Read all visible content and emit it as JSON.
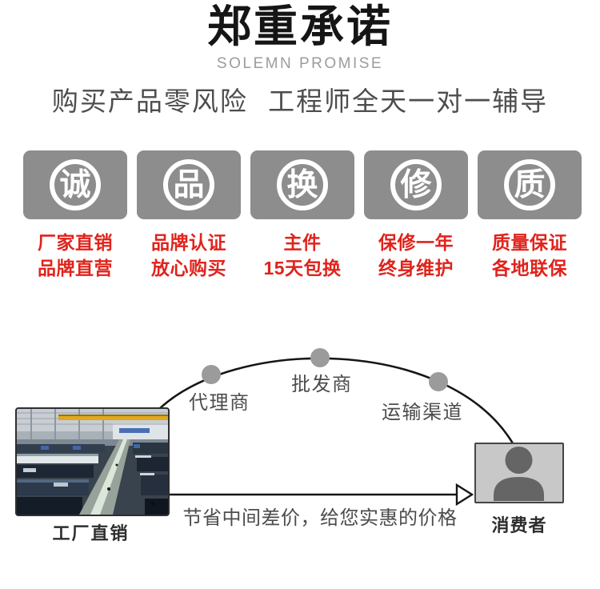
{
  "header": {
    "title": "郑重承诺",
    "subtitle_en": "SOLEMN PROMISE",
    "tagline": "购买产品零风险 工程师全天一对一辅导"
  },
  "badges": [
    {
      "icon": "seal-circle-icon",
      "char": "诚",
      "line1": "厂家直销",
      "line2": "品牌直营"
    },
    {
      "icon": "seal-circle-icon",
      "char": "品",
      "line1": "品牌认证",
      "line2": "放心购买"
    },
    {
      "icon": "seal-circle-icon",
      "char": "换",
      "line1": "主件",
      "line2": "15天包换"
    },
    {
      "icon": "seal-circle-icon",
      "char": "修",
      "line1": "保修一年",
      "line2": "终身维护"
    },
    {
      "icon": "seal-circle-icon",
      "char": "质",
      "line1": "质量保证",
      "line2": "各地联保"
    }
  ],
  "diagram": {
    "factory_label": "工厂直销",
    "nodes": [
      "代理商",
      "批发商",
      "运输渠道"
    ],
    "arrow_text": "节省中间差价，给您实惠的价格",
    "consumer_label": "消费者"
  },
  "colors": {
    "accent_red": "#e0231c",
    "badge_gray": "#8d8d8d",
    "node_dot_gray": "#9b9b9b",
    "line_black": "#161616",
    "consumer_fill": "#c8c8c8",
    "silhouette_gray": "#656565",
    "crane_yellow": "#e2a81c"
  }
}
